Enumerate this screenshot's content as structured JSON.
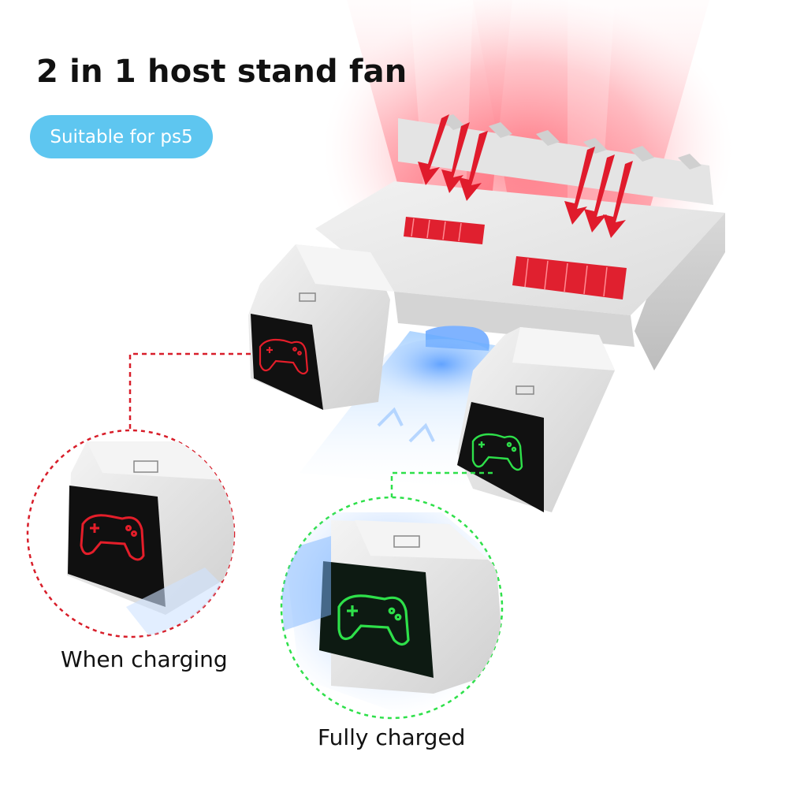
{
  "title": "2 in 1 host stand fan",
  "badge": "Suitable for ps5",
  "captions": {
    "charging": "When charging",
    "charged": "Fully charged"
  },
  "colors": {
    "badge": "#5ec6f0",
    "charging_accent": "#d81e2a",
    "charged_accent": "#2ee04a",
    "hot_air": "#ff2a3a",
    "cool_air": "#8cc6ff",
    "stand_body": "#e8e8e8"
  },
  "icons": [
    "controller-icon-red",
    "controller-icon-green",
    "arrow-down-icon",
    "usb-port-icon"
  ]
}
